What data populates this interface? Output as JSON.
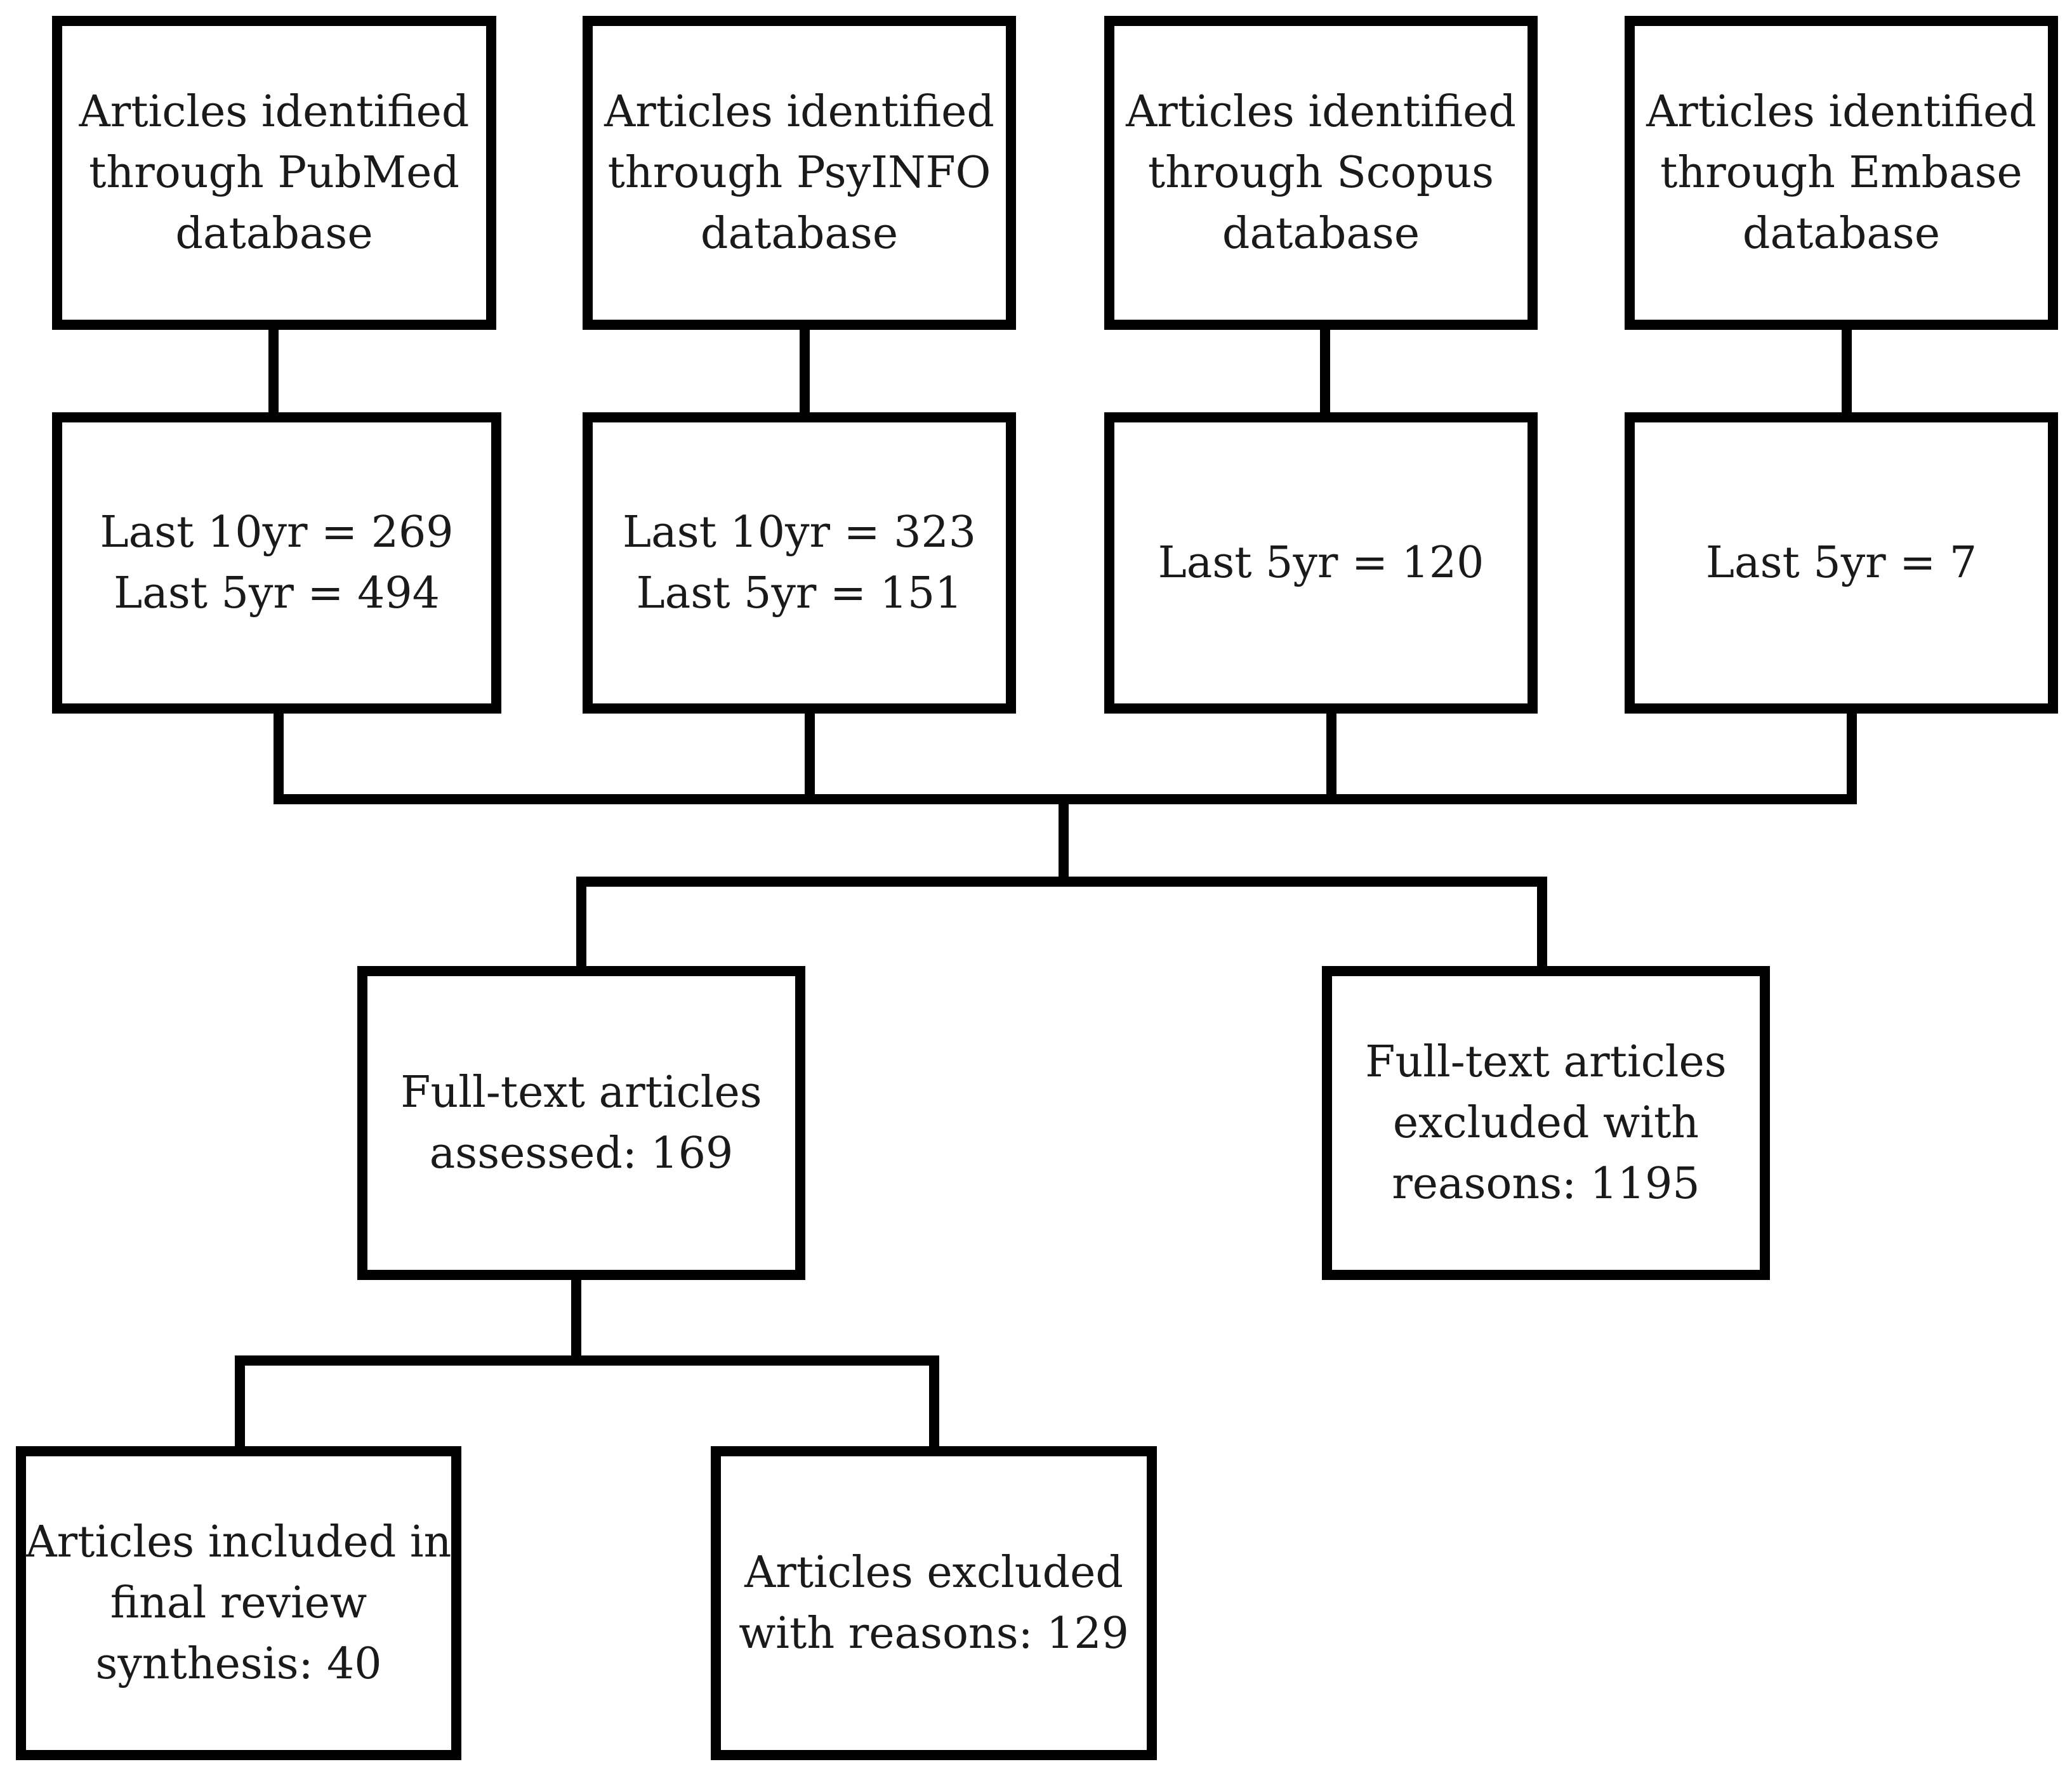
{
  "sources": [
    {
      "name": "PubMed",
      "lines": [
        "Articles identified",
        "through PubMed",
        "database"
      ]
    },
    {
      "name": "PsyINFO",
      "lines": [
        "Articles identified",
        "through PsyINFO",
        "database"
      ]
    },
    {
      "name": "Scopus",
      "lines": [
        "Articles identified",
        "through Scopus",
        "database"
      ]
    },
    {
      "name": "Embase",
      "lines": [
        "Articles identified",
        "through Embase",
        "database"
      ]
    }
  ],
  "counts": [
    {
      "lines": [
        "Last 10yr = 269",
        "Last 5yr = 494"
      ]
    },
    {
      "lines": [
        "Last 10yr = 323",
        "Last 5yr = 151"
      ]
    },
    {
      "lines": [
        "Last 5yr = 120"
      ]
    },
    {
      "lines": [
        "Last 5yr = 7"
      ]
    }
  ],
  "assessed": {
    "lines": [
      "Full-text articles",
      "assessed: 169"
    ]
  },
  "fulltext_excluded": {
    "lines": [
      "Full-text articles",
      "excluded with",
      "reasons: 1195"
    ]
  },
  "included": {
    "lines": [
      "Articles included in",
      "final review",
      "synthesis: 40"
    ]
  },
  "excluded": {
    "lines": [
      "Articles excluded",
      "with reasons: 129"
    ]
  }
}
